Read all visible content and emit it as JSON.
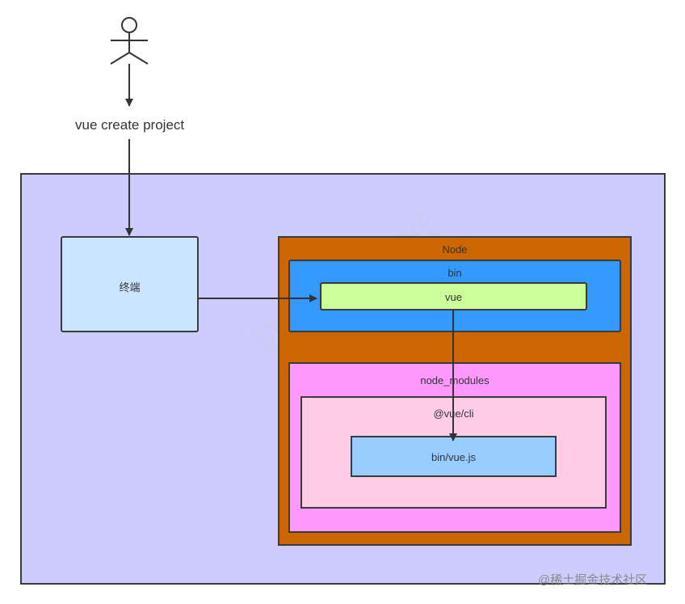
{
  "actor": {
    "caption": "vue create project"
  },
  "container": {},
  "terminal": {
    "label": "终端"
  },
  "node": {
    "label": "Node",
    "bin": {
      "label": "bin",
      "vue": {
        "label": "vue"
      }
    },
    "node_modules": {
      "label": "node_modules",
      "vue_cli": {
        "label": "@vue/cli",
        "bin_vue_js": {
          "label": "bin/vue.js"
        }
      }
    }
  },
  "watermark": {
    "brand": "@稀土掘金技术社区",
    "faint": "WPS Mind"
  },
  "colors": {
    "container_bg": "#ccccff",
    "terminal_bg": "#cce5ff",
    "node_bg": "#cc6600",
    "bin_bg": "#3399ff",
    "vue_bg": "#ccff99",
    "node_modules_bg": "#ff99ff",
    "vue_cli_bg": "#ffcce6",
    "bin_vue_js_bg": "#99ccff",
    "stroke": "#333333"
  }
}
